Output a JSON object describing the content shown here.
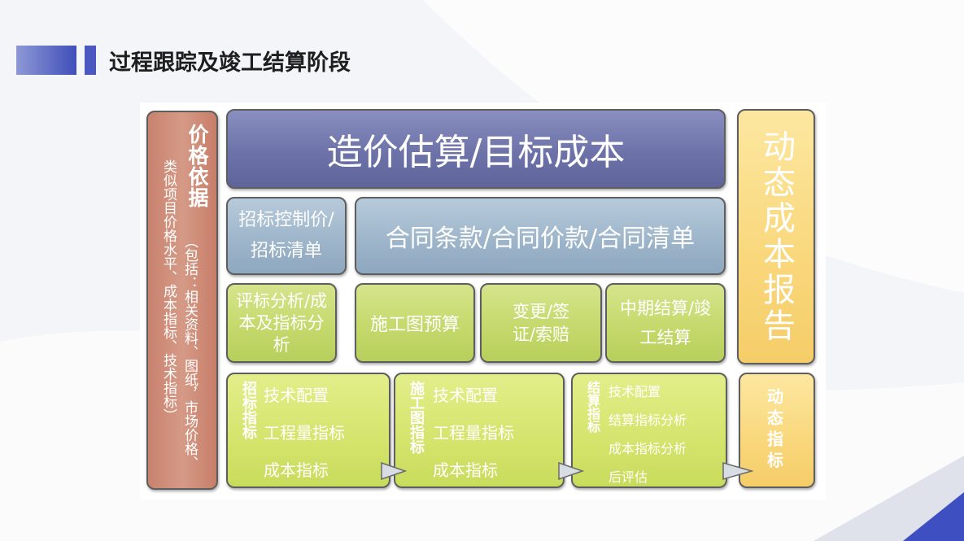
{
  "page": {
    "title": "过程跟踪及竣工结算阶段"
  },
  "colors": {
    "accent": "#4a58bf",
    "purple": "#6d72a8",
    "blue": "#9cb4c9",
    "green": "#c3d86a",
    "orange": "#f9d77b",
    "brick": "#cf8c77"
  },
  "diagram": {
    "price_basis": {
      "title": "价格依据",
      "sub1": "（包括：相关资料、图纸，市场价格、",
      "sub2": "类似项目价格水平、成本指标、技术指标）"
    },
    "top": "造价估算/目标成本",
    "row2": {
      "left": "招标控制价/招标清单",
      "right": "合同条款/合同价款/合同清单"
    },
    "row3": [
      "评标分析/成本及指标分析",
      "施工图预算",
      "变更/签证/索赔",
      "中期结算/竣工结算"
    ],
    "groups": [
      {
        "label": "招标指标",
        "items": [
          "技术配置",
          "工程量指标",
          "成本指标"
        ]
      },
      {
        "label": "施工图指标",
        "items": [
          "技术配置",
          "工程量指标",
          "成本指标"
        ]
      },
      {
        "label": "结算指标",
        "items": [
          "技术配置",
          "结算指标分析",
          "成本指标分析",
          "后评估"
        ]
      }
    ],
    "dynamic_cost_report": "动态成本报告",
    "dynamic_index": "动态指标"
  }
}
